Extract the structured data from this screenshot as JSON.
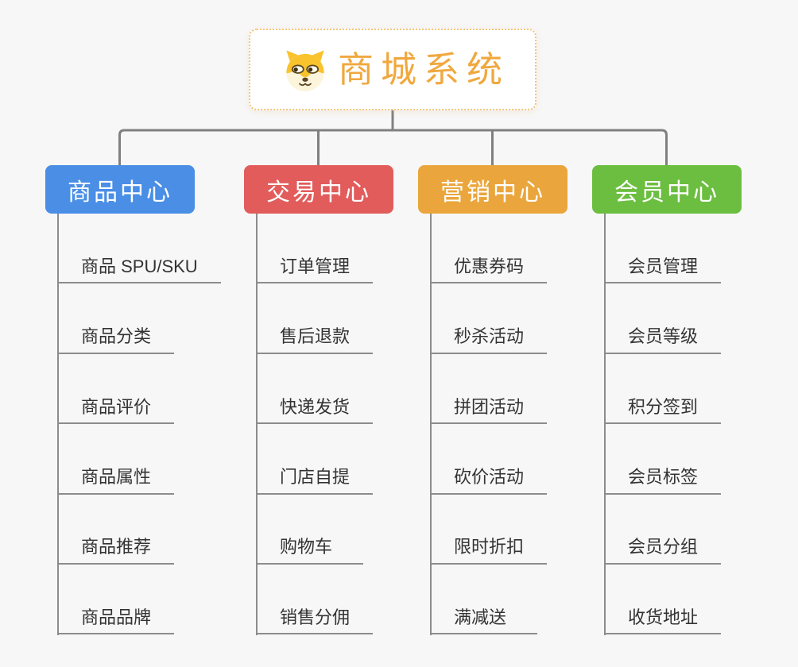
{
  "page": {
    "background_color": "#f7f7f7",
    "connector_color": "#808080",
    "child_line_color": "#8c8c8c",
    "child_text_color": "#333333"
  },
  "root": {
    "title": "商城系统",
    "icon": "dog-face-icon",
    "text_color": "#f0a83e",
    "border_color": "#f3c57d",
    "background": "#ffffff"
  },
  "branches": [
    {
      "label": "商品中心",
      "color": "#4a8ee6",
      "children": [
        "商品 SPU/SKU",
        "商品分类",
        "商品评价",
        "商品属性",
        "商品推荐",
        "商品品牌"
      ]
    },
    {
      "label": "交易中心",
      "color": "#e25c5c",
      "children": [
        "订单管理",
        "售后退款",
        "快递发货",
        "门店自提",
        "购物车",
        "销售分佣"
      ]
    },
    {
      "label": "营销中心",
      "color": "#eaa63c",
      "children": [
        "优惠券码",
        "秒杀活动",
        "拼团活动",
        "砍价活动",
        "限时折扣",
        "满减送"
      ]
    },
    {
      "label": "会员中心",
      "color": "#6cbe40",
      "children": [
        "会员管理",
        "会员等级",
        "积分签到",
        "会员标签",
        "会员分组",
        "收货地址"
      ]
    }
  ]
}
